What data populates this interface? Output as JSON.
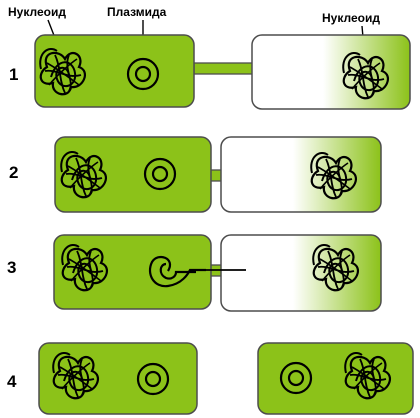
{
  "labels": {
    "nucleoid_left": "Нуклеоид",
    "plasmid": "Плазмида",
    "nucleoid_right": "Нуклеоид"
  },
  "steps": [
    "1",
    "2",
    "3",
    "4"
  ],
  "colors": {
    "cell_fill": "#8cc219",
    "cell_border": "#4d4d4d",
    "gradient_light": "#ffffff",
    "ink": "#000000"
  }
}
